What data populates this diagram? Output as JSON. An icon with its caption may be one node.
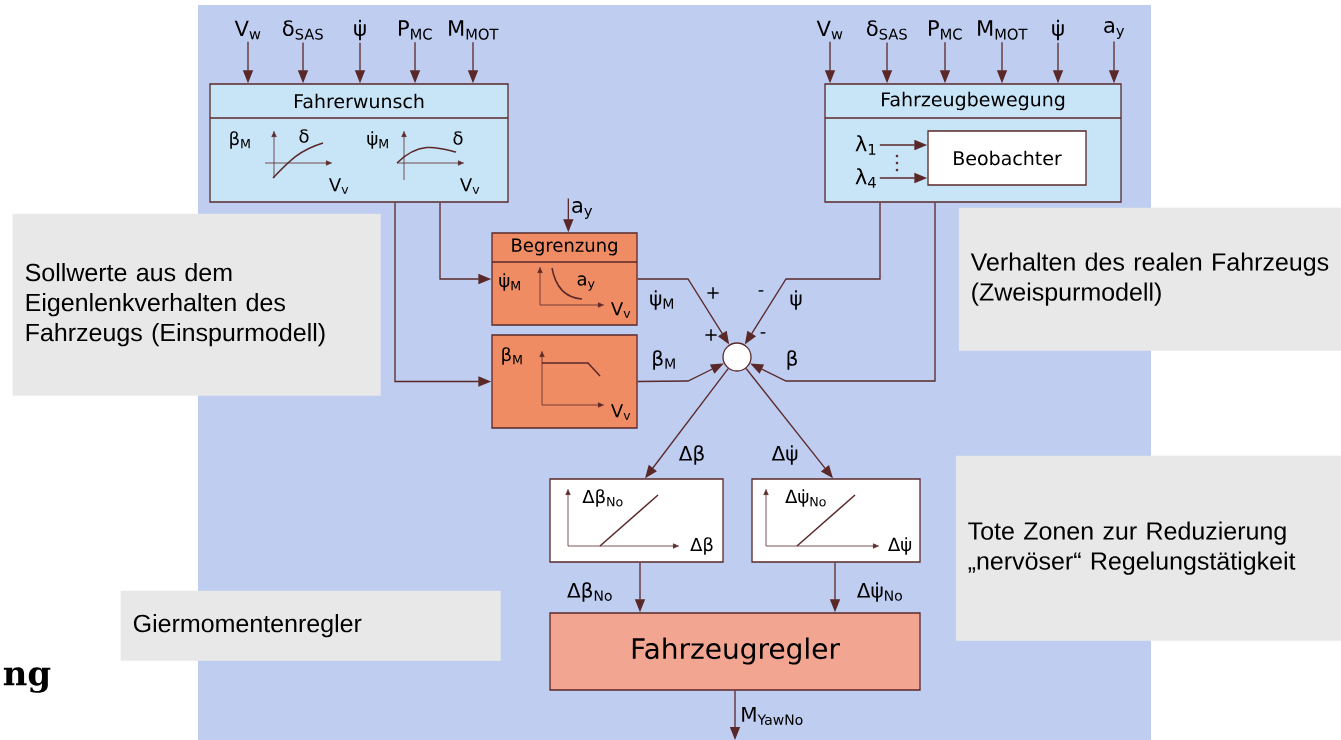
{
  "diagram": {
    "nodes": [
      {
        "text": [
          "Fahrerwunsch",
          "β$_{M}$",
          "δ",
          "ψ̇$_{M}$",
          "δ",
          "V$_{v}$",
          "V$_{v}$"
        ]
      },
      {
        "text": [
          "Fahrzeugbewegung"
        ]
      },
      {
        "text": [
          "λ$_{1}$"
        ],
        "in": 1
      },
      {
        "text": [
          "λ$_{4}$"
        ],
        "in": 1
      },
      {
        "text": [
          "Beobachter"
        ],
        "in": 1
      },
      {
        "text": [
          "V$_{w}$"
        ]
      },
      {
        "text": [
          "δ$_{SAS}$"
        ]
      },
      {
        "text": [
          "ψ̇"
        ]
      },
      {
        "text": [
          "P$_{MC}$"
        ]
      },
      {
        "text": [
          "M$_{MOT}$"
        ]
      },
      {
        "text": [
          "V$_{w}$"
        ]
      },
      {
        "text": [
          "δ$_{SAS}$"
        ]
      },
      {
        "text": [
          "P$_{MC}$"
        ]
      },
      {
        "text": [
          "M$_{MOT}$"
        ]
      },
      {
        "text": [
          "ψ̇"
        ]
      },
      {
        "text": [
          "a$_{y}$"
        ]
      },
      {
        "text": [
          "a$_{y}$"
        ]
      },
      {
        "text": [
          "Begrenzung",
          "ψ̇$_{M}$",
          "a$_{y}$",
          "V$_{v}$"
        ]
      },
      {
        "text": [
          "β$_{M}$",
          "V$_{v}$"
        ]
      },
      {
        "text": [],
        "shape": "circle"
      },
      {
        "text": [
          "Δβ$_{No}$",
          "Δβ"
        ]
      },
      {
        "text": [
          "Δψ̇$_{No}$",
          "Δψ̇"
        ]
      },
      {
        "text": [
          "Fahrzeugregler"
        ]
      },
      {
        "text": [
          "Sollwerte aus dem Eigenlenkverhalten des Fahrzeugs (Einspurmodell)"
        ]
      },
      {
        "text": [
          "Verhalten des realen Fahrzeugs (Zweispurmodell)"
        ]
      },
      {
        "text": [
          "Tote Zonen zur Reduzierung „nervöser“ Regelungstätigkeit"
        ]
      },
      {
        "text": [
          "Giermomentenregler"
        ]
      }
    ],
    "edges": [
      {
        "from": 5,
        "to": 0,
        "arrow": "to"
      },
      {
        "from": 6,
        "to": 0,
        "arrow": "to"
      },
      {
        "from": 7,
        "to": 0,
        "arrow": "to"
      },
      {
        "from": 8,
        "to": 0,
        "arrow": "to"
      },
      {
        "from": 9,
        "to": 0,
        "arrow": "to"
      },
      {
        "from": 10,
        "to": 1,
        "arrow": "to"
      },
      {
        "from": 11,
        "to": 1,
        "arrow": "to"
      },
      {
        "from": 12,
        "to": 1,
        "arrow": "to"
      },
      {
        "from": 13,
        "to": 1,
        "arrow": "to"
      },
      {
        "from": 14,
        "to": 1,
        "arrow": "to"
      },
      {
        "from": 15,
        "to": 1,
        "arrow": "to"
      },
      {
        "from": 2,
        "to": 4,
        "arrow": "to"
      },
      {
        "from": 3,
        "to": 4,
        "arrow": "to"
      },
      {
        "from": 16,
        "to": 17,
        "arrow": "to"
      },
      {
        "from": 0,
        "to": 17,
        "arrow": "to"
      },
      {
        "from": 0,
        "to": 18,
        "arrow": "to"
      },
      {
        "from": 17,
        "to": 19,
        "arrow": "to",
        "label": "ψ̇$_{M}$"
      },
      {
        "from": 1,
        "to": 19,
        "arrow": "to",
        "label": "ψ̇"
      },
      {
        "from": 18,
        "to": 19,
        "arrow": "to",
        "label": "β$_{M}$"
      },
      {
        "from": 1,
        "to": 19,
        "arrow": "to",
        "label": "β"
      },
      {
        "from": 19,
        "to": 20,
        "arrow": "to",
        "label": "Δβ"
      },
      {
        "from": 19,
        "to": 21,
        "arrow": "to",
        "label": "Δψ̇"
      },
      {
        "from": 20,
        "to": 22,
        "arrow": "to",
        "label": "Δβ$_{No}$"
      },
      {
        "from": 21,
        "to": 22,
        "arrow": "to",
        "label": "Δψ̇$_{No}$"
      },
      {
        "from": 22,
        "to": null,
        "arrow": "to",
        "label": "M$_{YawNo}$"
      }
    ],
    "labels": [
      "+",
      "-",
      "+",
      "-",
      "ng"
    ]
  }
}
